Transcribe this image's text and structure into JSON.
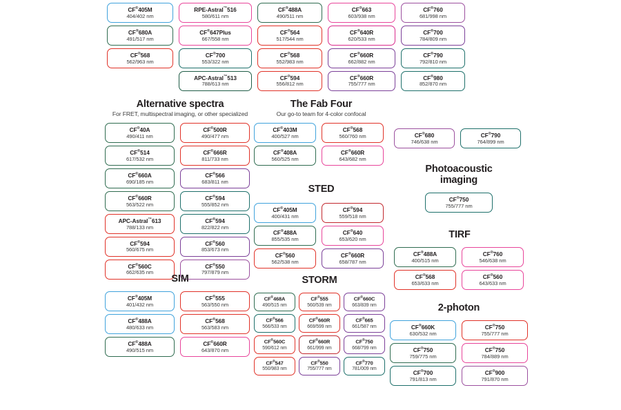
{
  "colors": {
    "blue": "#3fa2dc",
    "green": "#2e6b4f",
    "darkgreen": "#1f5c46",
    "teal": "#1d6f6a",
    "red": "#e03127",
    "crimson": "#c1272d",
    "pink": "#e8449a",
    "magenta": "#d92a8c",
    "purple": "#7b3f98",
    "violet": "#9b4f9e",
    "plum": "#a6338f"
  },
  "top_row": {
    "columns": [
      {
        "chips": [
          {
            "name": "CF",
            "sup": "®",
            "suffix": "405M",
            "wl": "404/402 nm",
            "color": "#3fa2dc"
          },
          {
            "name": "CF",
            "sup": "®",
            "suffix": "680A",
            "wl": "491/517 nm",
            "color": "#2e6b4f"
          },
          {
            "name": "CF",
            "sup": "®",
            "suffix": "568",
            "wl": "562/963 nm",
            "color": "#e03127"
          }
        ]
      },
      {
        "chips": [
          {
            "name": "RPE-Astral",
            "sup": "™",
            "suffix": "516",
            "wl": "580/611 nm",
            "color": "#e8449a"
          },
          {
            "name": "CF",
            "sup": "®",
            "suffix": "647Plus",
            "wl": "667/558 nm",
            "color": "#e8449a"
          },
          {
            "name": "CF",
            "sup": "®",
            "suffix": "700",
            "wl": "553/322 nm",
            "color": "#1d6f6a"
          },
          {
            "name": "APC-Astral",
            "sup": "™",
            "suffix": "513",
            "wl": "788/613 nm",
            "color": "#1f5c46"
          }
        ]
      },
      {
        "chips": [
          {
            "name": "CF",
            "sup": "®",
            "suffix": "488A",
            "wl": "490/511 nm",
            "color": "#2e6b4f"
          },
          {
            "name": "CF",
            "sup": "®",
            "suffix": "564",
            "wl": "517/544 nm",
            "color": "#e03127"
          },
          {
            "name": "CF",
            "sup": "®",
            "suffix": "568",
            "wl": "552/983 nm",
            "color": "#e03127"
          },
          {
            "name": "CF",
            "sup": "®",
            "suffix": "594",
            "wl": "556/812 nm",
            "color": "#e03127"
          }
        ]
      },
      {
        "chips": [
          {
            "name": "CF",
            "sup": "®",
            "suffix": "663",
            "wl": "603/938 nm",
            "color": "#e8449a"
          },
          {
            "name": "CF",
            "sup": "®",
            "suffix": "640R",
            "wl": "620/533 nm",
            "color": "#d92a8c"
          },
          {
            "name": "CF",
            "sup": "®",
            "suffix": "660R",
            "wl": "662/882 nm",
            "color": "#7b3f98"
          },
          {
            "name": "CF",
            "sup": "®",
            "suffix": "660R",
            "wl": "755/777 nm",
            "color": "#7b3f98"
          }
        ]
      },
      {
        "chips": [
          {
            "name": "CF",
            "sup": "®",
            "suffix": "760",
            "wl": "681/998 nm",
            "color": "#9b4f9e"
          },
          {
            "name": "CF",
            "sup": "®",
            "suffix": "700",
            "wl": "784/809 nm",
            "color": "#7b3f98"
          },
          {
            "name": "CF",
            "sup": "®",
            "suffix": "790",
            "wl": "792/810 nm",
            "color": "#1d6f6a"
          },
          {
            "name": "CF",
            "sup": "®",
            "suffix": "980",
            "wl": "852/870 nm",
            "color": "#1d6f6a"
          }
        ]
      }
    ]
  },
  "sections": [
    {
      "id": "alt-spectra",
      "title": "Alternative spectra",
      "subtitle": "For FRET, multispectral imaging, or other specialized",
      "columns": [
        {
          "chips": [
            {
              "name": "CF",
              "sup": "®",
              "suffix": "40A",
              "wl": "490/411 nm",
              "color": "#2e6b4f"
            },
            {
              "name": "CF",
              "sup": "®",
              "suffix": "514",
              "wl": "617/532 nm",
              "color": "#2e6b4f"
            },
            {
              "name": "CF",
              "sup": "®",
              "suffix": "660A",
              "wl": "690/185 nm",
              "color": "#2e6b4f"
            },
            {
              "name": "CF",
              "sup": "®",
              "suffix": "660R",
              "wl": "563/522 nm",
              "color": "#2e6b4f"
            },
            {
              "name": "APC-Astral",
              "sup": "™",
              "suffix": "613",
              "wl": "788/133 nm",
              "color": "#e03127"
            },
            {
              "name": "CF",
              "sup": "®",
              "suffix": "594",
              "wl": "560/675 nm",
              "color": "#e03127"
            },
            {
              "name": "CF",
              "sup": "®",
              "suffix": "560C",
              "wl": "662/635 nm",
              "color": "#e03127"
            }
          ]
        },
        {
          "chips": [
            {
              "name": "CF",
              "sup": "®",
              "suffix": "500R",
              "wl": "490/477 nm",
              "color": "#e03127"
            },
            {
              "name": "CF",
              "sup": "®",
              "suffix": "666R",
              "wl": "811/733 nm",
              "color": "#e03127"
            },
            {
              "name": "CF",
              "sup": "®",
              "suffix": "566",
              "wl": "683/811 nm",
              "color": "#7b3f98"
            },
            {
              "name": "CF",
              "sup": "®",
              "suffix": "594",
              "wl": "555/852 nm",
              "color": "#1d6f6a"
            },
            {
              "name": "CF",
              "sup": "®",
              "suffix": "594",
              "wl": "822/822 nm",
              "color": "#1d6f6a"
            },
            {
              "name": "CF",
              "sup": "®",
              "suffix": "560",
              "wl": "853/673 nm",
              "color": "#7b3f98"
            },
            {
              "name": "CF",
              "sup": "®",
              "suffix": "550",
              "wl": "797/879 nm",
              "color": "#9b4f9e"
            }
          ]
        }
      ]
    },
    {
      "id": "fab-four",
      "title": "The Fab Four",
      "subtitle": "Our go-to team for 4-color confocal",
      "columns": [
        {
          "chips": [
            {
              "name": "CF",
              "sup": "®",
              "suffix": "403M",
              "wl": "400/527 nm",
              "color": "#3fa2dc"
            },
            {
              "name": "CF",
              "sup": "®",
              "suffix": "408A",
              "wl": "560/525 nm",
              "color": "#2e6b4f"
            }
          ]
        },
        {
          "chips": [
            {
              "name": "CF",
              "sup": "®",
              "suffix": "568",
              "wl": "560/760 nm",
              "color": "#e03127"
            },
            {
              "name": "CF",
              "sup": "®",
              "suffix": "660R",
              "wl": "643/682 nm",
              "color": "#e8449a"
            }
          ]
        }
      ]
    },
    {
      "id": "sted",
      "title": "STED",
      "subtitle": "",
      "columns": [
        {
          "chips": [
            {
              "name": "CF",
              "sup": "®",
              "suffix": "405M",
              "wl": "400/431 nm",
              "color": "#3fa2dc"
            },
            {
              "name": "CF",
              "sup": "®",
              "suffix": "488A",
              "wl": "855/535 nm",
              "color": "#2e6b4f"
            },
            {
              "name": "CF",
              "sup": "®",
              "suffix": "560",
              "wl": "562/538 nm",
              "color": "#e03127"
            }
          ]
        },
        {
          "chips": [
            {
              "name": "CF",
              "sup": "®",
              "suffix": "594",
              "wl": "559/518 nm",
              "color": "#c1272d"
            },
            {
              "name": "CF",
              "sup": "®",
              "suffix": "640",
              "wl": "653/620 nm",
              "color": "#e8449a"
            },
            {
              "name": "CF",
              "sup": "®",
              "suffix": "660R",
              "wl": "658/787 nm",
              "color": "#7b3f98"
            }
          ]
        }
      ]
    },
    {
      "id": "sim",
      "title": "SIM",
      "subtitle": "",
      "columns": [
        {
          "chips": [
            {
              "name": "CF",
              "sup": "®",
              "suffix": "405M",
              "wl": "401/432 nm",
              "color": "#3fa2dc"
            },
            {
              "name": "CF",
              "sup": "®",
              "suffix": "488A",
              "wl": "480/633 nm",
              "color": "#3fa2dc"
            },
            {
              "name": "CF",
              "sup": "®",
              "suffix": "488A",
              "wl": "490/515 nm",
              "color": "#2e6b4f"
            }
          ]
        },
        {
          "chips": [
            {
              "name": "CF",
              "sup": "®",
              "suffix": "555",
              "wl": "563/550 nm",
              "color": "#e03127"
            },
            {
              "name": "CF",
              "sup": "®",
              "suffix": "568",
              "wl": "563/583 nm",
              "color": "#e03127"
            },
            {
              "name": "CF",
              "sup": "®",
              "suffix": "660R",
              "wl": "643/870 nm",
              "color": "#e8449a"
            }
          ]
        }
      ]
    },
    {
      "id": "storm",
      "title": "STORM",
      "subtitle": "",
      "columns": [
        {
          "chips": [
            {
              "name": "CF",
              "sup": "®",
              "suffix": "468A",
              "wl": "490/515 nm",
              "color": "#2e6b4f"
            },
            {
              "name": "CF",
              "sup": "®",
              "suffix": "566",
              "wl": "566/533 nm",
              "color": "#1d6f6a"
            },
            {
              "name": "CF",
              "sup": "®",
              "suffix": "560C",
              "wl": "590/612 nm",
              "color": "#e03127"
            },
            {
              "name": "CF",
              "sup": "®",
              "suffix": "547",
              "wl": "550/983 nm",
              "color": "#e03127"
            }
          ]
        },
        {
          "chips": [
            {
              "name": "CF",
              "sup": "®",
              "suffix": "555",
              "wl": "560/539 nm",
              "color": "#e03127"
            },
            {
              "name": "CF",
              "sup": "®",
              "suffix": "660R",
              "wl": "669/599 nm",
              "color": "#e03127"
            },
            {
              "name": "CF",
              "sup": "®",
              "suffix": "660R",
              "wl": "661/999 nm",
              "color": "#c1272d"
            },
            {
              "name": "CF",
              "sup": "®",
              "suffix": "550",
              "wl": "755/777 nm",
              "color": "#7b3f98"
            }
          ]
        },
        {
          "chips": [
            {
              "name": "CF",
              "sup": "®",
              "suffix": "660C",
              "wl": "663/839 nm",
              "color": "#7b3f98"
            },
            {
              "name": "CF",
              "sup": "®",
              "suffix": "665",
              "wl": "661/587 nm",
              "color": "#7b3f98"
            },
            {
              "name": "CF",
              "sup": "®",
              "suffix": "750",
              "wl": "668/799 nm",
              "color": "#7b3f98"
            },
            {
              "name": "CF",
              "sup": "®",
              "suffix": "770",
              "wl": "781/009 nm",
              "color": "#1d6f6a"
            }
          ]
        }
      ]
    },
    {
      "id": "pa-row",
      "title": "",
      "subtitle": "",
      "columns": [
        {
          "chips": [
            {
              "name": "CF",
              "sup": "®",
              "suffix": "680",
              "wl": "746/638 nm",
              "color": "#9b4f9e"
            }
          ]
        },
        {
          "chips": [
            {
              "name": "CF",
              "sup": "®",
              "suffix": "790",
              "wl": "764/899 nm",
              "color": "#1d6f6a"
            }
          ]
        }
      ]
    },
    {
      "id": "photoacoustic",
      "title": "Photoacoustic\nimaging",
      "subtitle": "",
      "columns": [
        {
          "chips": [
            {
              "name": "CF",
              "sup": "®",
              "suffix": "750",
              "wl": "755/777 nm",
              "color": "#1d6f6a"
            }
          ]
        }
      ]
    },
    {
      "id": "tirf",
      "title": "TIRF",
      "subtitle": "",
      "columns": [
        {
          "chips": [
            {
              "name": "CF",
              "sup": "®",
              "suffix": "488A",
              "wl": "400/515 nm",
              "color": "#2e6b4f"
            },
            {
              "name": "CF",
              "sup": "®",
              "suffix": "568",
              "wl": "653/633 nm",
              "color": "#e03127"
            }
          ]
        },
        {
          "chips": [
            {
              "name": "CF",
              "sup": "®",
              "suffix": "760",
              "wl": "546/638 nm",
              "color": "#e8449a"
            },
            {
              "name": "CF",
              "sup": "®",
              "suffix": "560",
              "wl": "643/633 nm",
              "color": "#e8449a"
            }
          ]
        }
      ]
    },
    {
      "id": "twophoton",
      "title": "2-photon",
      "subtitle": "",
      "columns": [
        {
          "chips": [
            {
              "name": "CF",
              "sup": "®",
              "suffix": "660K",
              "wl": "630/532 nm",
              "color": "#3fa2dc"
            },
            {
              "name": "CF",
              "sup": "®",
              "suffix": "750",
              "wl": "759/775 nm",
              "color": "#2e6b4f"
            },
            {
              "name": "CF",
              "sup": "®",
              "suffix": "700",
              "wl": "791/813 nm",
              "color": "#1d6f6a"
            }
          ]
        },
        {
          "chips": [
            {
              "name": "CF",
              "sup": "®",
              "suffix": "750",
              "wl": "755/777 nm",
              "color": "#e03127"
            },
            {
              "name": "CF",
              "sup": "®",
              "suffix": "750",
              "wl": "784/889 nm",
              "color": "#e8449a"
            },
            {
              "name": "CF",
              "sup": "®",
              "suffix": "900",
              "wl": "791/870 nm",
              "color": "#9b4f9e"
            }
          ]
        }
      ]
    }
  ]
}
